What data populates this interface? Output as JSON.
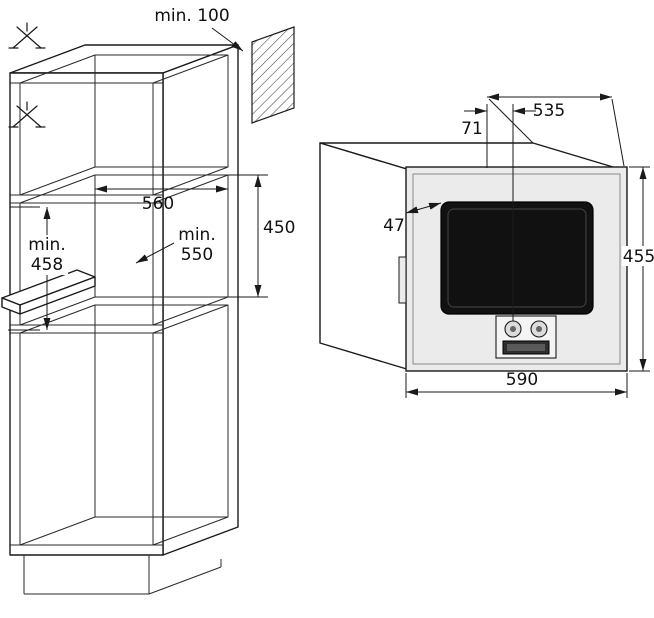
{
  "diagram": {
    "kind": "built-in oven installation drawing",
    "colors": {
      "line": "#1a1a1a",
      "oven_front": "#ebebeb",
      "glass": "#111111",
      "display": "#2e2e2e"
    },
    "cabinet": {
      "top_clearance": "min. 100",
      "niche_width": "560",
      "niche_depth_prefix": "min.",
      "niche_depth_value": "550",
      "niche_height": "450",
      "base_height_prefix": "min.",
      "base_height_value": "458"
    },
    "appliance": {
      "depth": "535",
      "control_offset": "71",
      "frame_overhang": "47",
      "height": "455",
      "width": "590"
    }
  }
}
